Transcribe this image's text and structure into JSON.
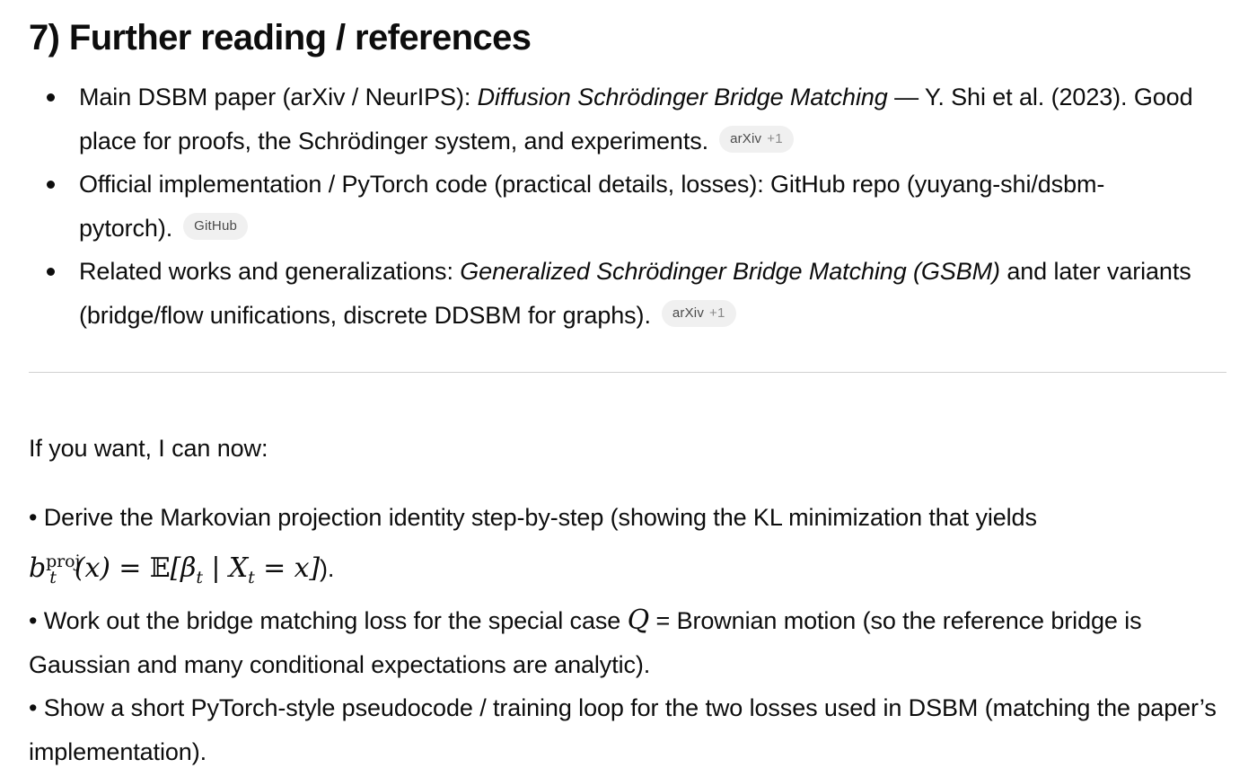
{
  "section": {
    "title": "7) Further reading / references"
  },
  "references": [
    {
      "prefix": "Main DSBM paper (arXiv / NeurIPS): ",
      "italic": "Diffusion Schrödinger Bridge Matching",
      "suffix": " — Y. Shi et al. (2023). Good place for proofs, the Schrödinger system, and experiments.",
      "chip_label": "arXiv",
      "chip_extra": "+1"
    },
    {
      "prefix": "Official implementation / PyTorch code (practical details, losses): GitHub repo (yuyang-shi/dsbm-pytorch).",
      "chip_label": "GitHub"
    },
    {
      "prefix": "Related works and generalizations: ",
      "italic": "Generalized Schrödinger Bridge Matching (GSBM)",
      "suffix": " and later variants (bridge/flow unifications, discrete DDSBM for graphs).",
      "chip_label": "arXiv",
      "chip_extra": "+1"
    }
  ],
  "followup": {
    "intro": "If you want, I can now:",
    "item1_text": "• Derive the Markovian projection identity step-by-step (showing the KL minimization that yields",
    "item1_math": {
      "b": "b",
      "sup": "proj",
      "sub": "t",
      "arg": "(x) = ",
      "expect": "𝔼",
      "inner_open": "[β",
      "inner_sub": "t",
      "cond": " | X",
      "cond_sub": "t",
      "tail": " = x]",
      "close": ")."
    },
    "item2_pre": "• Work out the bridge matching loss for the special case ",
    "item2_var": "Q",
    "item2_post": " = Brownian motion (so the reference bridge is Gaussian and many conditional expectations are analytic).",
    "item3": "• Show a short PyTorch-style pseudocode / training loop for the two losses used in DSBM (matching the paper’s implementation)."
  }
}
